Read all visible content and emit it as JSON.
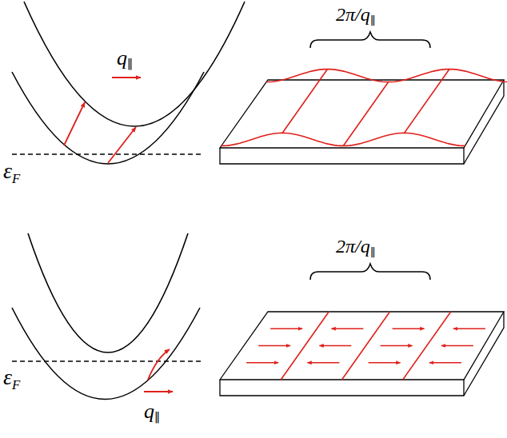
{
  "diagram": {
    "labels": [
      "q∥",
      "2π/q∥",
      "εF",
      "2π/q∥",
      "εF",
      "q∥"
    ]
  }
}
